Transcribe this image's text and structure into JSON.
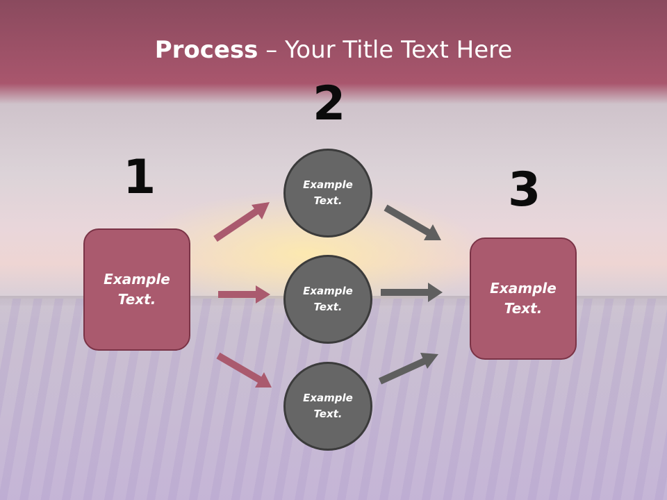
{
  "slide": {
    "title_bold": "Process",
    "title_rest": " – Your Title Text Here"
  },
  "steps": {
    "one": "1",
    "two": "2",
    "three": "3"
  },
  "nodes": {
    "left_box": "Example\nText.",
    "circle_top": "Example\nText.",
    "circle_middle": "Example\nText.",
    "circle_bottom": "Example\nText.",
    "right_box": "Example\nText."
  },
  "colors": {
    "box_fill": "#aa5a6e",
    "box_border": "#7a3346",
    "circle_fill": "#666666",
    "circle_border": "#3b3b3b",
    "arrow_pink": "#aa5a6e",
    "arrow_gray": "#5f5f5f",
    "header_band": "#a9566d"
  }
}
